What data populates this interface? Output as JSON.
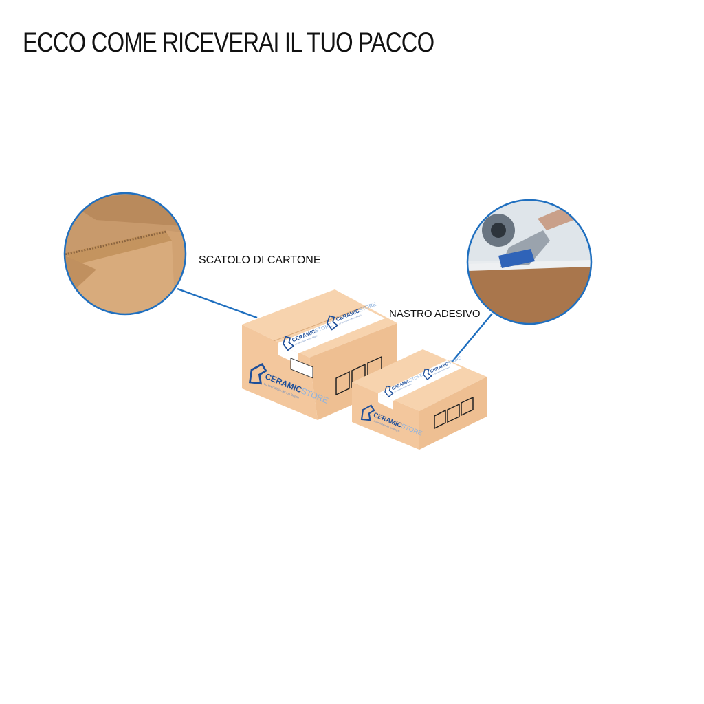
{
  "title": "ECCO COME RICEVERAI IL TUO PACCO",
  "labels": {
    "box": "SCATOLO DI CARTONE",
    "tape": "NASTRO ADESIVO"
  },
  "logo": {
    "brand": "CERAMICSTORE",
    "tagline": "Lo specialista del tuo Bagno"
  },
  "colors": {
    "leader_line": "#1f6fbf",
    "cardboard_front": "#f3c79d",
    "cardboard_top": "#f7d3ae",
    "cardboard_side": "#eebf92",
    "brand_blue": "#1e4f9a",
    "brand_light": "#8fb3de"
  },
  "icons": [
    "cardboard-closeup-photo",
    "tape-dispenser-photo",
    "fragile-icon",
    "keep-dry-icon",
    "this-way-up-icon"
  ]
}
